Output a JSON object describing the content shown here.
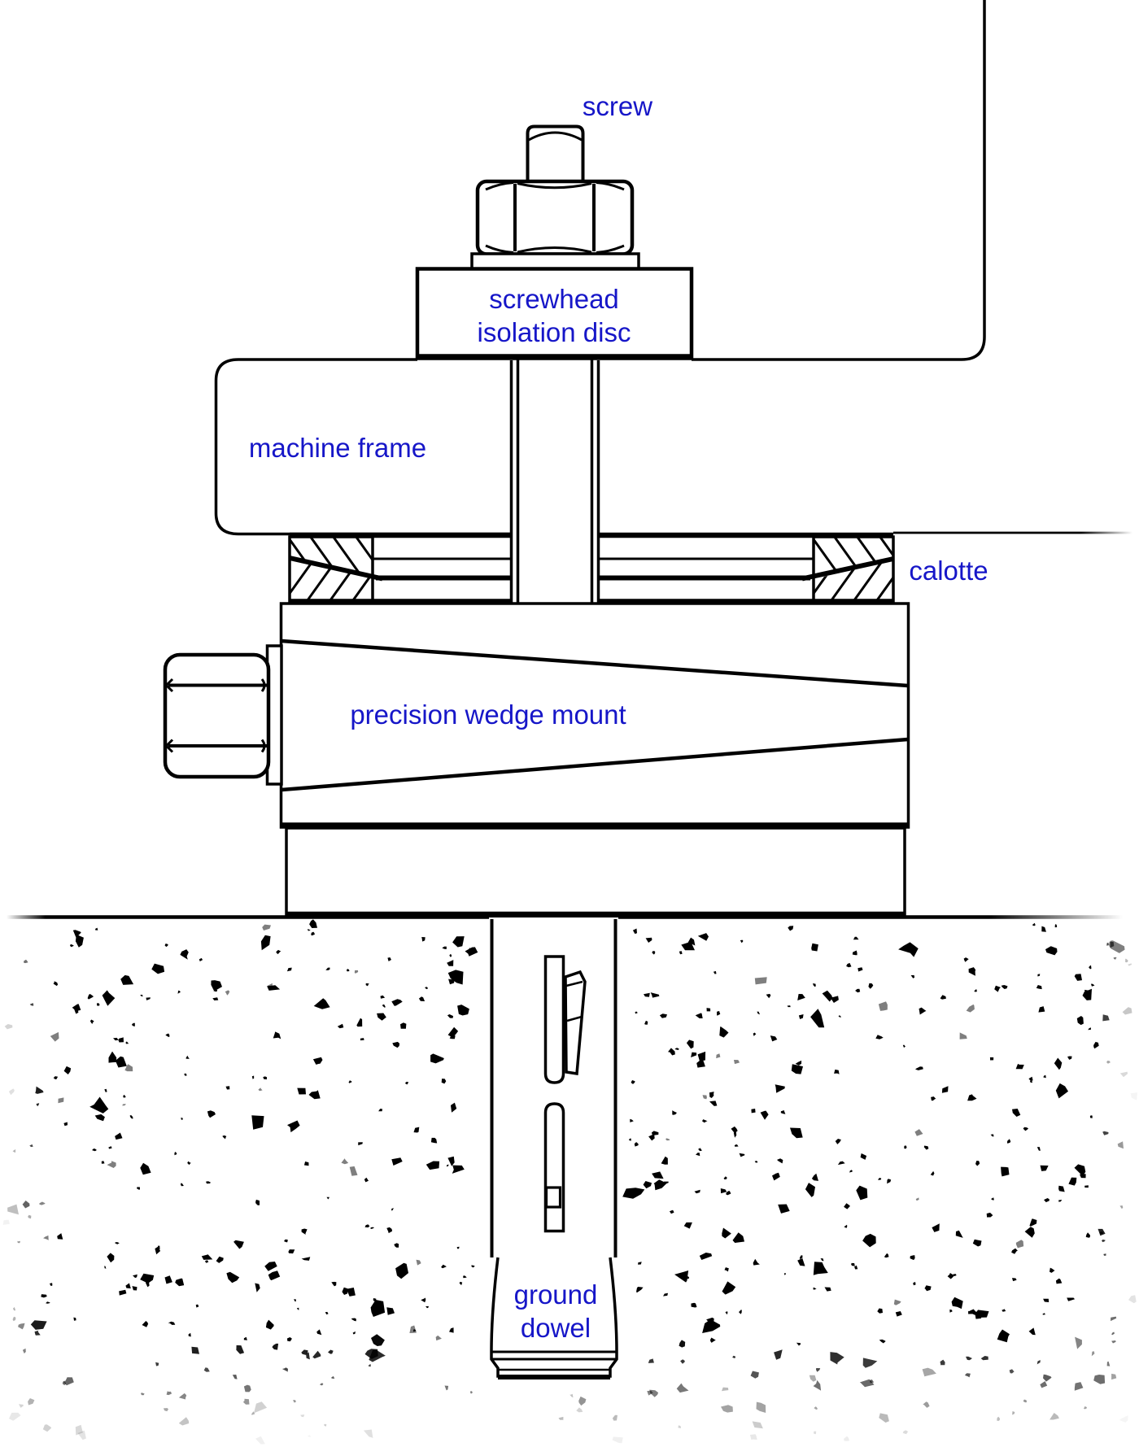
{
  "labels": {
    "screw": "screw",
    "screwhead_disc": {
      "line1": "screwhead",
      "line2": "isolation disc"
    },
    "machine_frame": "machine frame",
    "calotte": "calotte",
    "wedge_mount": "precision wedge mount",
    "ground_dowel": {
      "line1": "ground",
      "line2": "dowel"
    }
  },
  "colors": {
    "label_text": "#1616c8",
    "line": "#000000",
    "background": "#ffffff"
  }
}
